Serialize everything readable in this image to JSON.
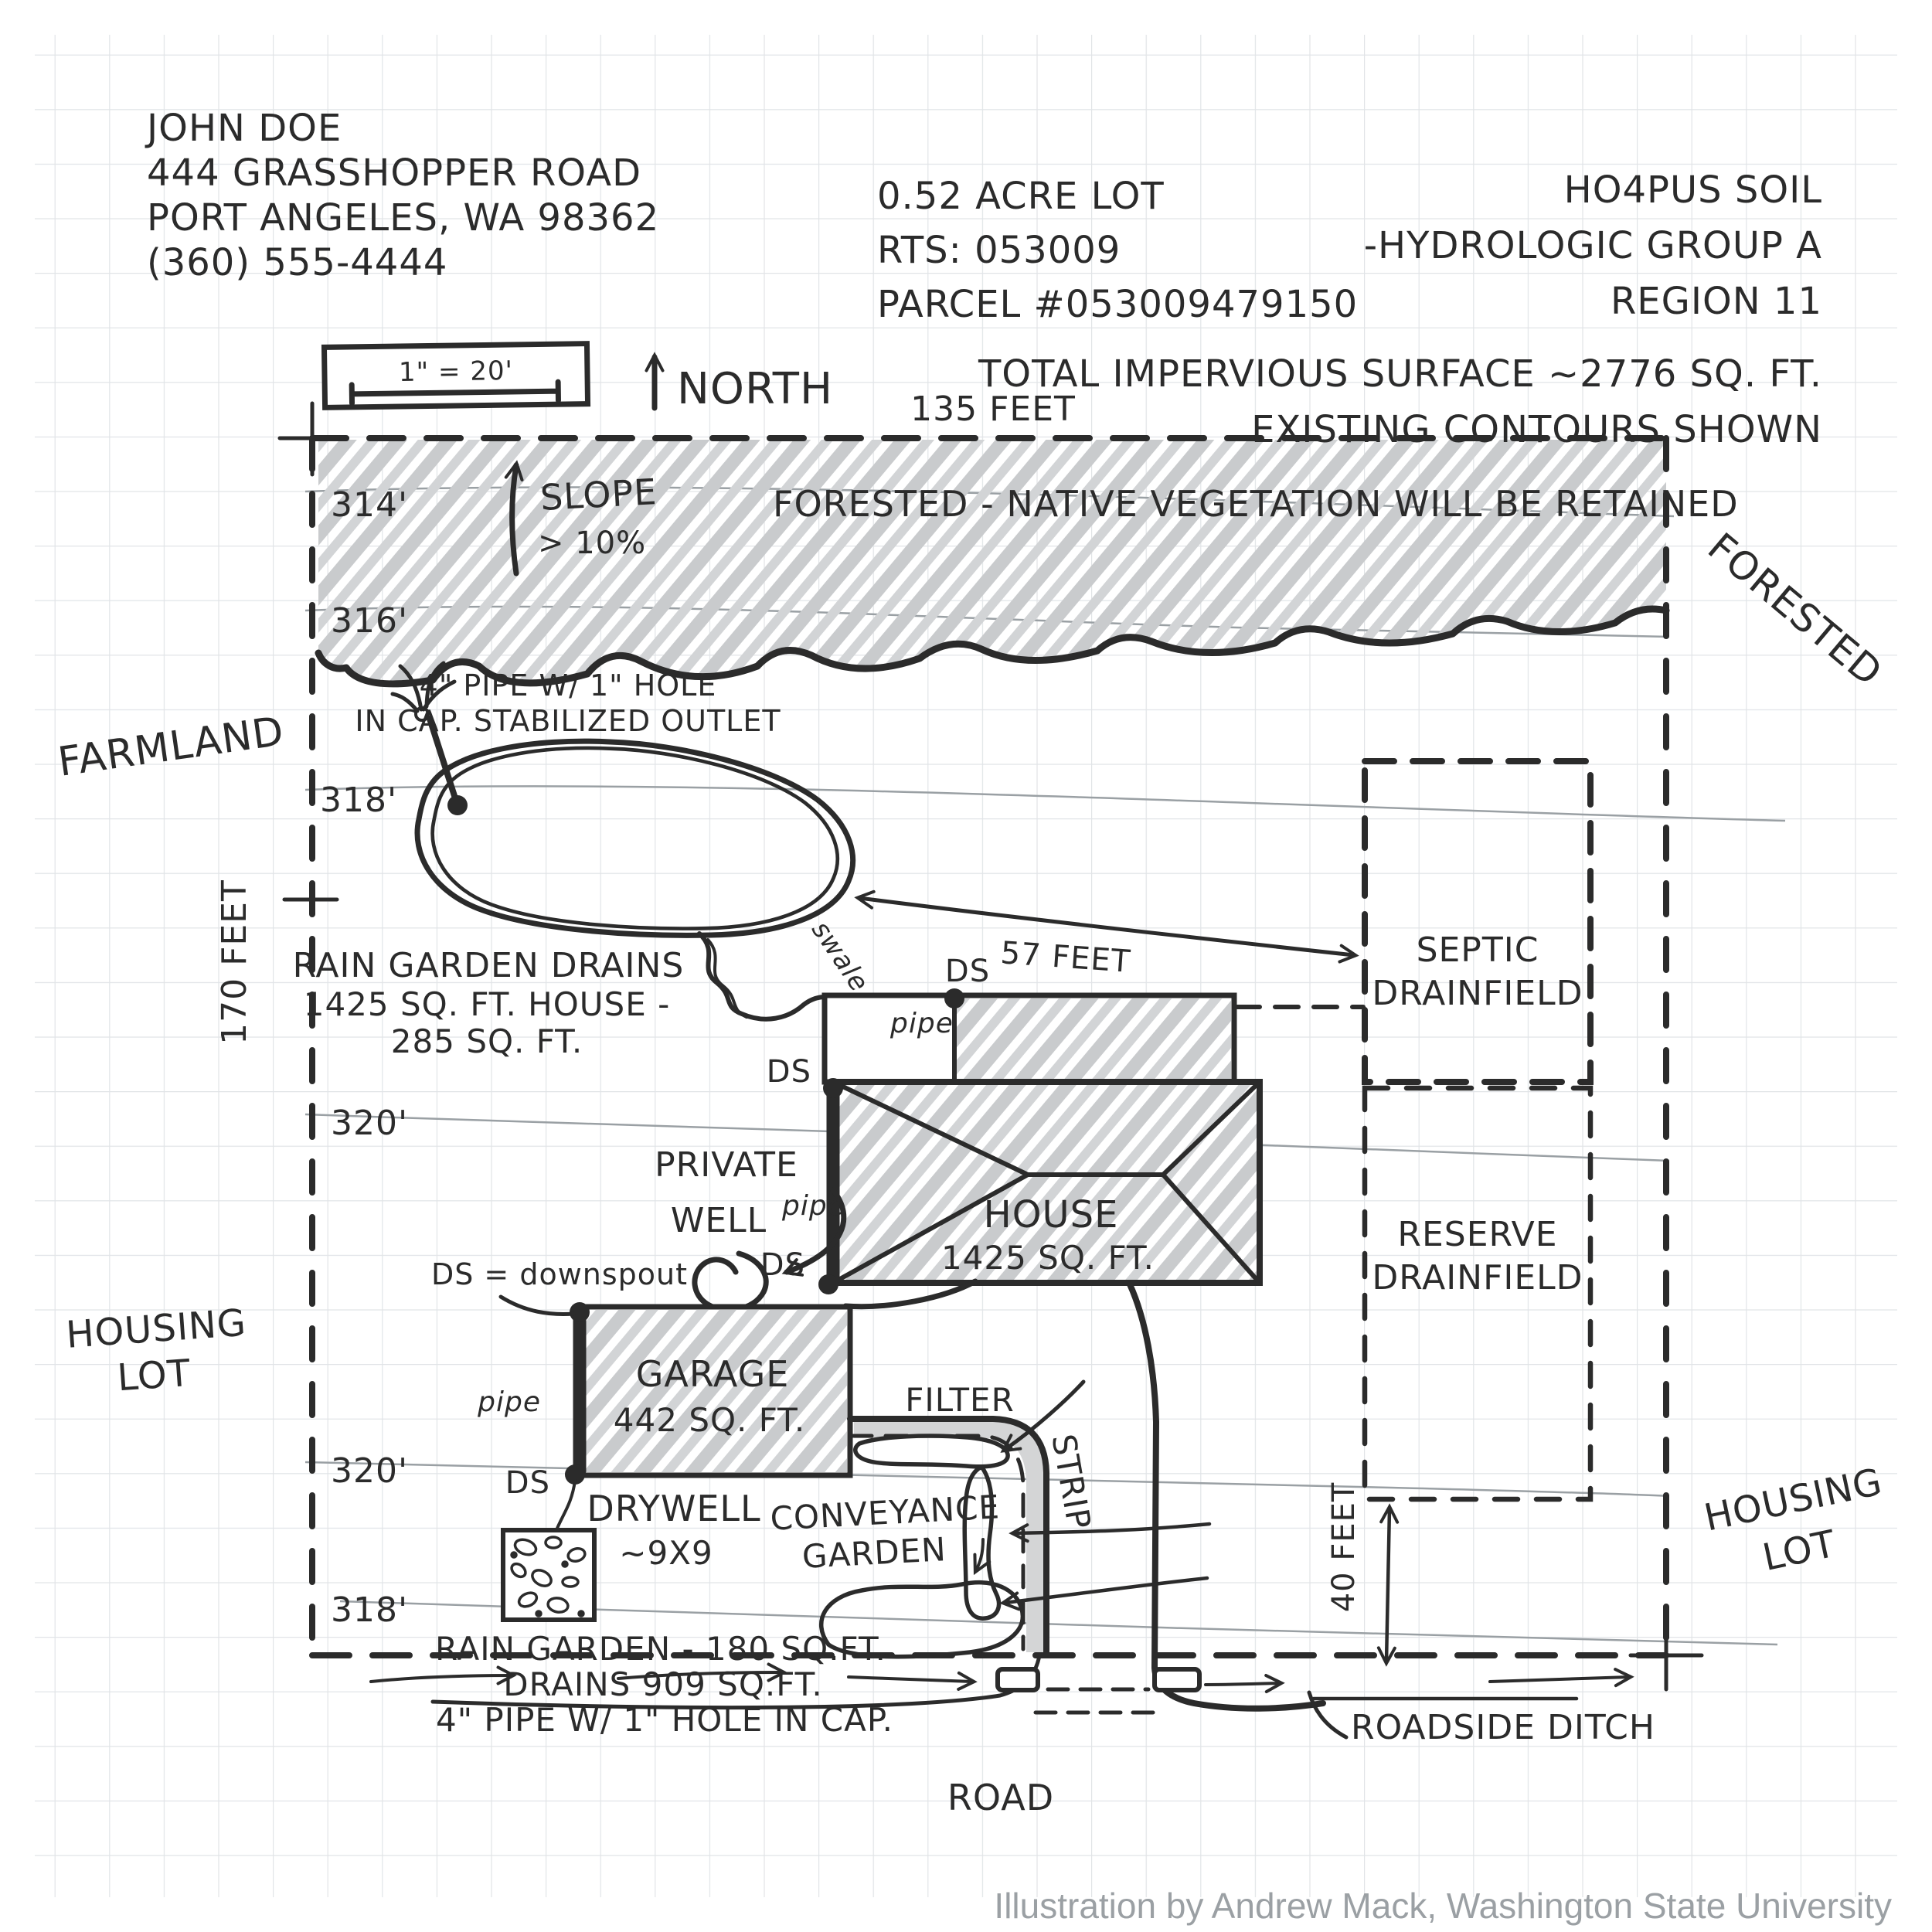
{
  "owner": {
    "line1": "JOHN DOE",
    "line2": "444 GRASSHOPPER ROAD",
    "line3": "PORT ANGELES, WA 98362",
    "line4": "(360) 555-4444"
  },
  "parcel": {
    "line1": "0.52 ACRE LOT",
    "line2": "RTS: 053009",
    "line3": "PARCEL #053009479150"
  },
  "soil": {
    "line1": "HO4PUS SOIL",
    "line2": "-HYDROLOGIC GROUP A",
    "line3": "REGION 11",
    "line4": "TOTAL IMPERVIOUS SURFACE ~2776 SQ. FT.",
    "line5": "EXISTING CONTOURS SHOWN"
  },
  "legend": {
    "scale": "1\" = 20'",
    "north": "NORTH"
  },
  "dimensions": {
    "top": "135 FEET",
    "left": "170 FEET",
    "to_septic": "57 FEET",
    "to_reserve": "40 FEET"
  },
  "contours": {
    "c314": "314'",
    "c316": "316'",
    "c318": "318'",
    "c320": "320'",
    "c320b": "320'",
    "c318b": "318'"
  },
  "surroundings": {
    "farmland": "FARMLAND",
    "housing_left1": "HOUSING",
    "housing_left2": "LOT",
    "forested_side": "FORESTED",
    "housing_right1": "HOUSING",
    "housing_right2": "LOT",
    "road": "ROAD"
  },
  "forest": {
    "band_label": "FORESTED - NATIVE VEGETATION WILL BE RETAINED",
    "slope1": "SLOPE",
    "slope2": "> 10%"
  },
  "rain_garden_top": {
    "outlet1": "4\" PIPE W/ 1\" HOLE",
    "outlet2": "IN CAP. STABILIZED OUTLET",
    "note1": "RAIN GARDEN DRAINS",
    "note2": "1425 SQ. FT. HOUSE -",
    "note3": "285 SQ. FT.",
    "swale": "swale"
  },
  "structures": {
    "house1": "HOUSE",
    "house2": "1425 SQ. FT.",
    "garage1": "GARAGE",
    "garage2": "442 SQ. FT.",
    "well1": "PRIVATE",
    "well2": "WELL",
    "drywell1": "DRYWELL",
    "drywell2": "~9X9"
  },
  "labels": {
    "ds": "DS",
    "ds_legend": "DS = downspout",
    "pipe": "pipe",
    "filter": "FILTER",
    "strip": "STRIP",
    "conveyance1": "CONVEYANCE",
    "conveyance2": "GARDEN",
    "septic1": "SEPTIC",
    "septic2": "DRAINFIELD",
    "reserve1": "RESERVE",
    "reserve2": "DRAINFIELD",
    "ditch": "ROADSIDE DITCH"
  },
  "rain_garden_bottom": {
    "note1": "RAIN GARDEN - 180 SQ.FT.",
    "note2": "DRAINS 909 SQ.FT.",
    "note3": "4\" PIPE W/ 1\" HOLE IN CAP."
  },
  "credit": "Illustration by Andrew Mack, Washington State University",
  "colors": {
    "ink": "#2b2b2b",
    "hatch": "#c9cbcd",
    "grid": "#e1e4e7",
    "contour": "#9aa0a4",
    "credit": "#9ba0a4"
  }
}
